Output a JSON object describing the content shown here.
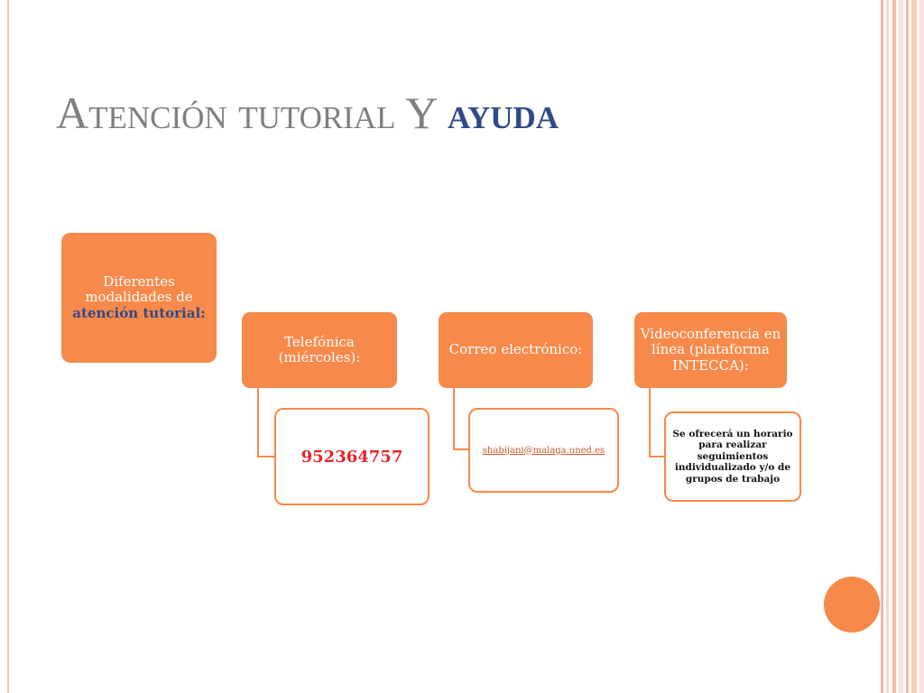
{
  "slide": {
    "title": "Atención tutorial Y",
    "title_emphasis": "ayuda"
  },
  "diagram": {
    "root": {
      "text": "Diferentes\nmodalidades de",
      "highlight": "atención tutorial:"
    },
    "branches": [
      {
        "label": "Telefónica\n(miércoles):",
        "detail": "952364757"
      },
      {
        "label": "Correo electrónico:",
        "detail": "shabijani@malaga.uned.es"
      },
      {
        "label": "Videoconferencia en\nlínea (plataforma\nINTECCA):",
        "detail": "Se ofrecerá un horario\npara realizar\nseguimientos\nindividualizado y/o de\ngrupos de trabajo"
      }
    ]
  },
  "colors": {
    "accent": "#f7894a",
    "title_gray": "#7f7f7f",
    "title_emphasis": "#2e4b87",
    "phone_red": "#e3242b",
    "link": "#c65a2a"
  }
}
